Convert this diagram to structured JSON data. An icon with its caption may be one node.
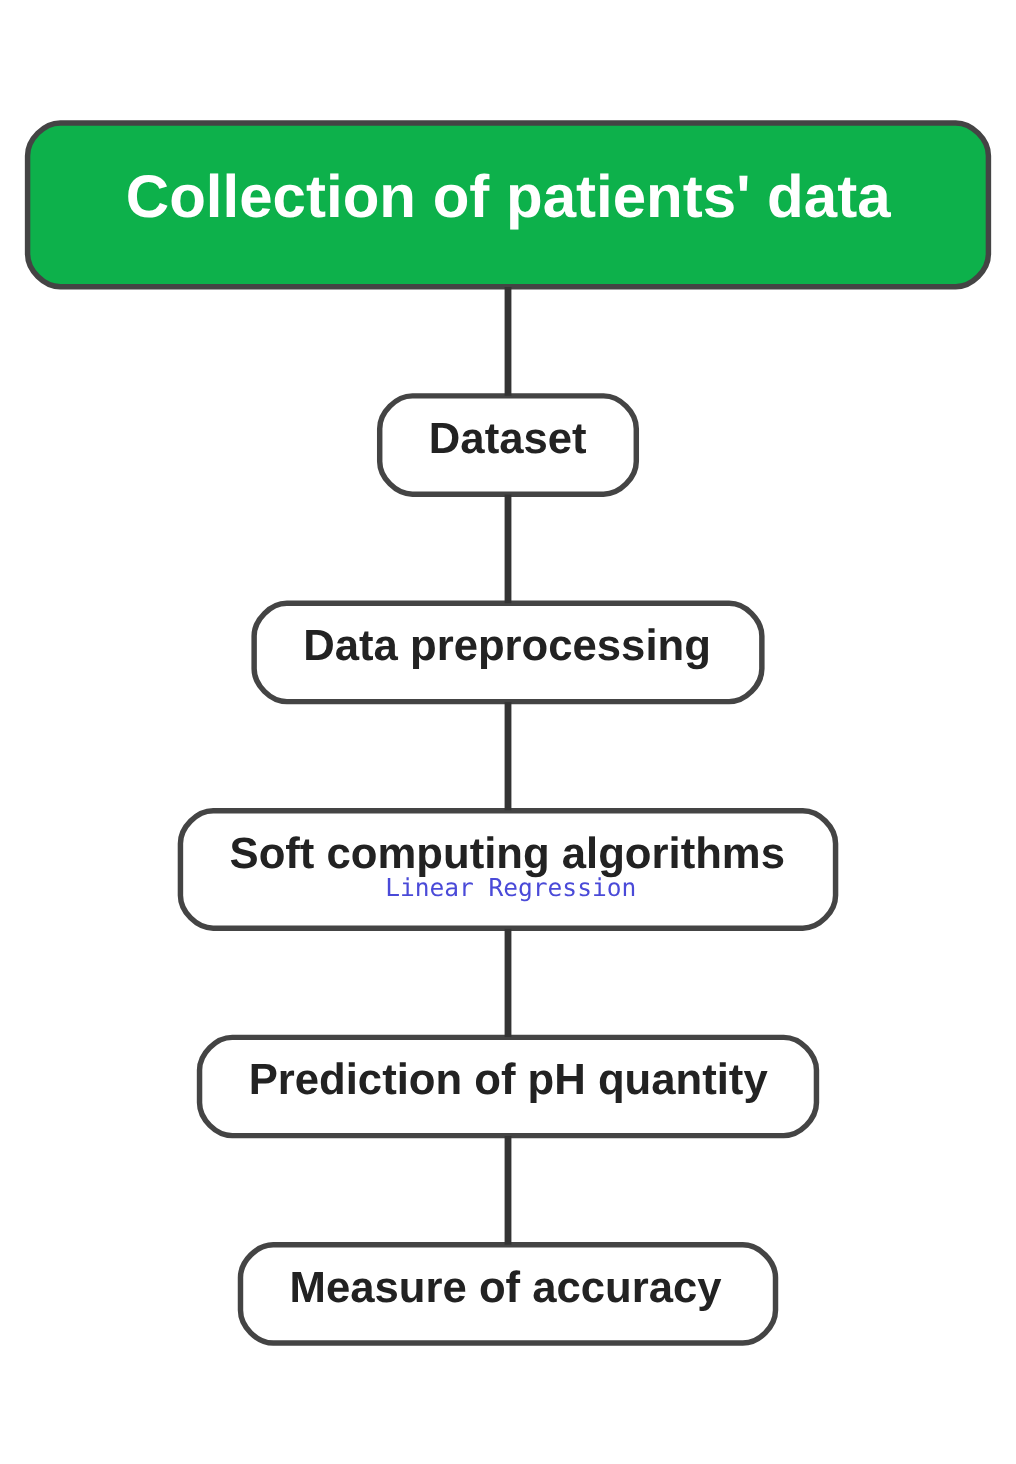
{
  "diagram": {
    "nodes": [
      {
        "text": [
          "Collection of patients' data"
        ]
      },
      {
        "text": [
          "Dataset"
        ]
      },
      {
        "text": [
          "Data preprocessing"
        ]
      },
      {
        "text": [
          "Soft computing algorithms",
          "Linear Regression"
        ]
      },
      {
        "text": [
          "Prediction of pH quantity"
        ]
      },
      {
        "text": [
          "Measure of accuracy"
        ]
      }
    ],
    "edges": [
      {
        "from": 0,
        "to": 1,
        "arrow": "none"
      },
      {
        "from": 1,
        "to": 2,
        "arrow": "none"
      },
      {
        "from": 2,
        "to": 3,
        "arrow": "none"
      },
      {
        "from": 3,
        "to": 4,
        "arrow": "none"
      },
      {
        "from": 4,
        "to": 5,
        "arrow": "none"
      }
    ]
  }
}
